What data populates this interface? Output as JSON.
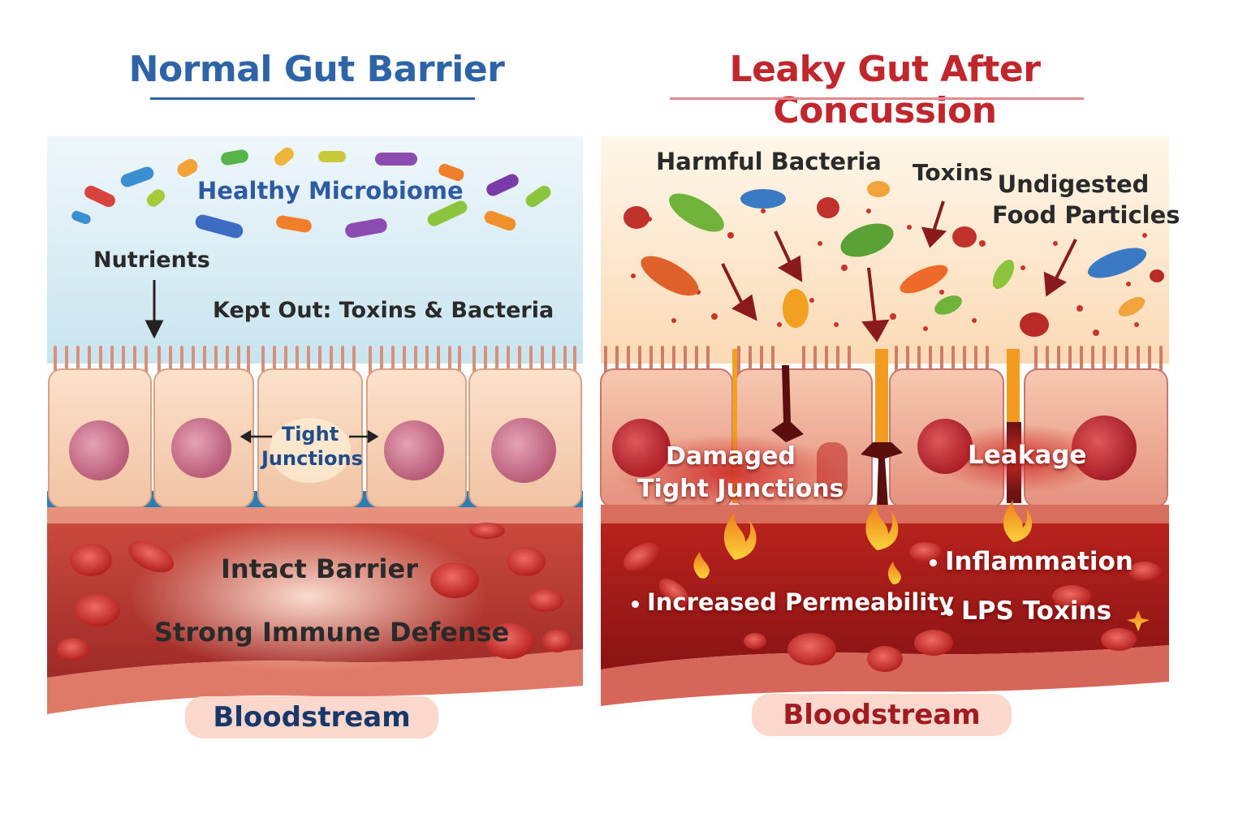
{
  "left_panel": {
    "title": "Normal Gut Barrier",
    "microbiome_label": "Healthy Microbiome",
    "nutrients_label": "Nutrients",
    "kept_out_label": "Kept Out: Toxins & Bacteria",
    "tight_junctions_line1": "Tight",
    "tight_junctions_line2": "Junctions",
    "intact_barrier_label": "Intact Barrier",
    "immune_label": "Strong Immune Defense",
    "bloodstream_label": "Bloodstream"
  },
  "right_panel": {
    "title": "Leaky Gut After Concussion",
    "harmful_bacteria_label": "Harmful Bacteria",
    "toxins_label": "Toxins",
    "undigested_line1": "Undigested",
    "undigested_line2": "Food Particles",
    "damaged_line1": "Damaged",
    "damaged_line2": "Tight Junctions",
    "leakage_label": "Leakage",
    "inflammation_label": "Inflammation",
    "permeability_label": "Increased Permeability",
    "lps_label": "LPS Toxins",
    "bloodstream_label": "Bloodstream"
  },
  "colors": {
    "left_title": "#2d64a8",
    "right_title": "#c0262c",
    "cell": "#f6d3b8",
    "nucleus": "#c9708a",
    "blood": "#b8302c"
  }
}
